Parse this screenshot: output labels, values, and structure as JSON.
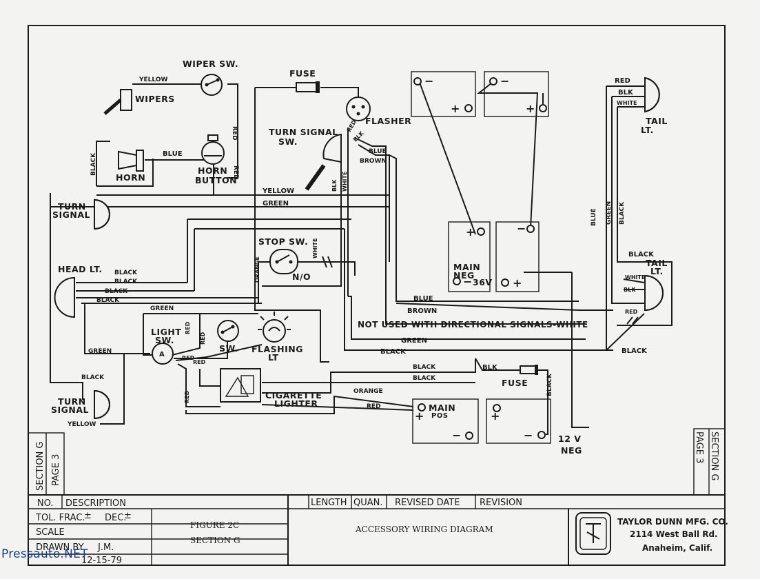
{
  "components": {
    "wiper_sw": "WIPER SW.",
    "wipers": "WIPERS",
    "fuse_top": "FUSE",
    "flasher": "FLASHER",
    "turn_signal_sw_1": "TURN SIGNAL",
    "turn_signal_sw_2": "SW.",
    "horn": "HORN",
    "horn_button_1": "HORN",
    "horn_button_2": "BUTTON",
    "turn_signal_top_1": "TURN",
    "turn_signal_top_2": "SIGNAL",
    "head_lt": "HEAD LT.",
    "stop_sw": "STOP SW.",
    "no": "N/O",
    "light_sw_1": "LIGHT",
    "light_sw_2": "SW.",
    "sw": "SW.",
    "flashing_lt_1": "FLASHING",
    "flashing_lt_2": "LT",
    "cigarette_1": "CIGARETTE",
    "cigarette_2": "LIGHTER",
    "turn_signal_bot_1": "TURN",
    "turn_signal_bot_2": "SIGNAL",
    "tail_lt_top_1": "TAIL",
    "tail_lt_top_2": "LT.",
    "tail_lt_mid_1": "TAIL",
    "tail_lt_mid_2": "LT.",
    "main_neg_1": "MAIN",
    "main_neg_2": "NEG",
    "main_neg_3": "36V",
    "main_pos_1": "MAIN",
    "main_pos_2": "POS",
    "fuse_bottom": "FUSE",
    "neg_12v_1": "12 V",
    "neg_12v_2": "NEG"
  },
  "wires": {
    "yellow": "YELLOW",
    "black": "BLACK",
    "blue": "BLUE",
    "red": "RED",
    "green": "GREEN",
    "white": "WHITE",
    "brown": "BROWN",
    "orange": "ORANGE",
    "blk": "BLK",
    "not_used": "NOT USED WITH DIRECTIONAL SIGNALS-WHITE"
  },
  "battery_marks": {
    "plus": "+",
    "minus": "−"
  },
  "title_block": {
    "section_left": "SECTION G",
    "page_left": "PAGE 3",
    "section_right": "SECTION G",
    "page_right": "PAGE 3",
    "no": "NO.",
    "description": "DESCRIPTION",
    "length": "LENGTH",
    "quan": "QUAN.",
    "revised_date": "REVISED DATE",
    "revision": "REVISION",
    "tol": "TOL. FRAC.",
    "tol_mark": "±",
    "dec": "DEC.",
    "dec_mark": "±",
    "scale": "SCALE",
    "drawn_by": "DRAWN BY",
    "drawn_by_value": "J.M.",
    "date_value": "12-15-79",
    "figure": "FIGURE 2C",
    "section": "SECTION G",
    "drawing_title": "ACCESSORY WIRING DIAGRAM",
    "company": "TAYLOR DUNN MFG. CO.",
    "address": "2114 West Ball Rd.",
    "city": "Anaheim, Calif."
  },
  "watermark": "Pressauto.NET"
}
